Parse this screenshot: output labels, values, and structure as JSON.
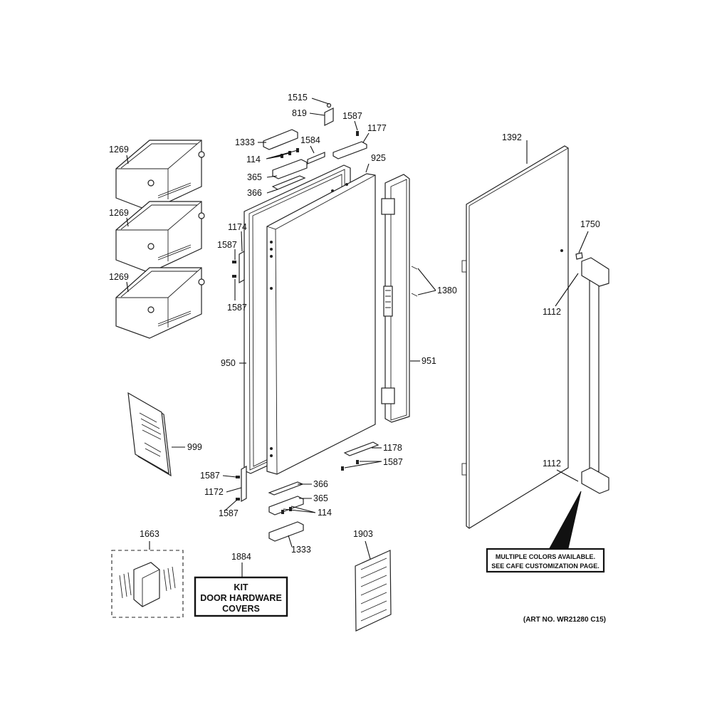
{
  "callouts": {
    "c1515": "1515",
    "c819": "819",
    "c1587_top": "1587",
    "c1177": "1177",
    "c1333_top": "1333",
    "c1584": "1584",
    "c114_top": "114",
    "c925": "925",
    "c365_top": "365",
    "c366_top": "366",
    "c1392": "1392",
    "c1269_a": "1269",
    "c1269_b": "1269",
    "c1269_c": "1269",
    "c1174": "1174",
    "c1587_l1": "1587",
    "c1587_l2": "1587",
    "c1750": "1750",
    "c1380": "1380",
    "c1112_top": "1112",
    "c950": "950",
    "c951": "951",
    "c999": "999",
    "c1178": "1178",
    "c1587_r": "1587",
    "c1112_bot": "1112",
    "c1587_b1": "1587",
    "c366_bot": "366",
    "c1172": "1172",
    "c365_bot": "365",
    "c1587_b2": "1587",
    "c114_bot": "114",
    "c1663": "1663",
    "c1333_bot": "1333",
    "c1903": "1903",
    "c1884": "1884"
  },
  "kit_box": {
    "line1": "KIT",
    "line2": "DOOR HARDWARE",
    "line3": "COVERS"
  },
  "note_box": {
    "line1": "MULTIPLE COLORS AVAILABLE.",
    "line2": "SEE CAFE CUSTOMIZATION PAGE."
  },
  "art_number": "(ART NO. WR21280 C15)"
}
